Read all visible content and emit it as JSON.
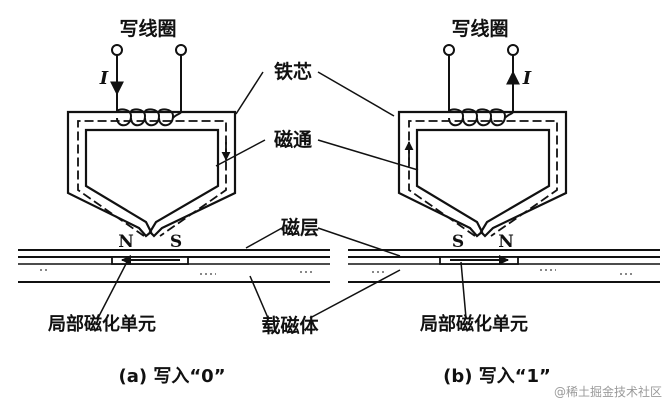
{
  "labels": {
    "write_coil": "写线圈",
    "iron_core": "铁芯",
    "magnetic_flux": "磁通",
    "magnetic_layer": "磁层",
    "local_magnetization_unit": "局部磁化单元",
    "magnetic_carrier": "载磁体",
    "current": "I",
    "pole_n": "N",
    "pole_s": "S"
  },
  "captions": {
    "a": "(a)  写入“0”",
    "b": "(b)  写入“1”"
  },
  "watermark": "@稀土掘金技术社区"
}
